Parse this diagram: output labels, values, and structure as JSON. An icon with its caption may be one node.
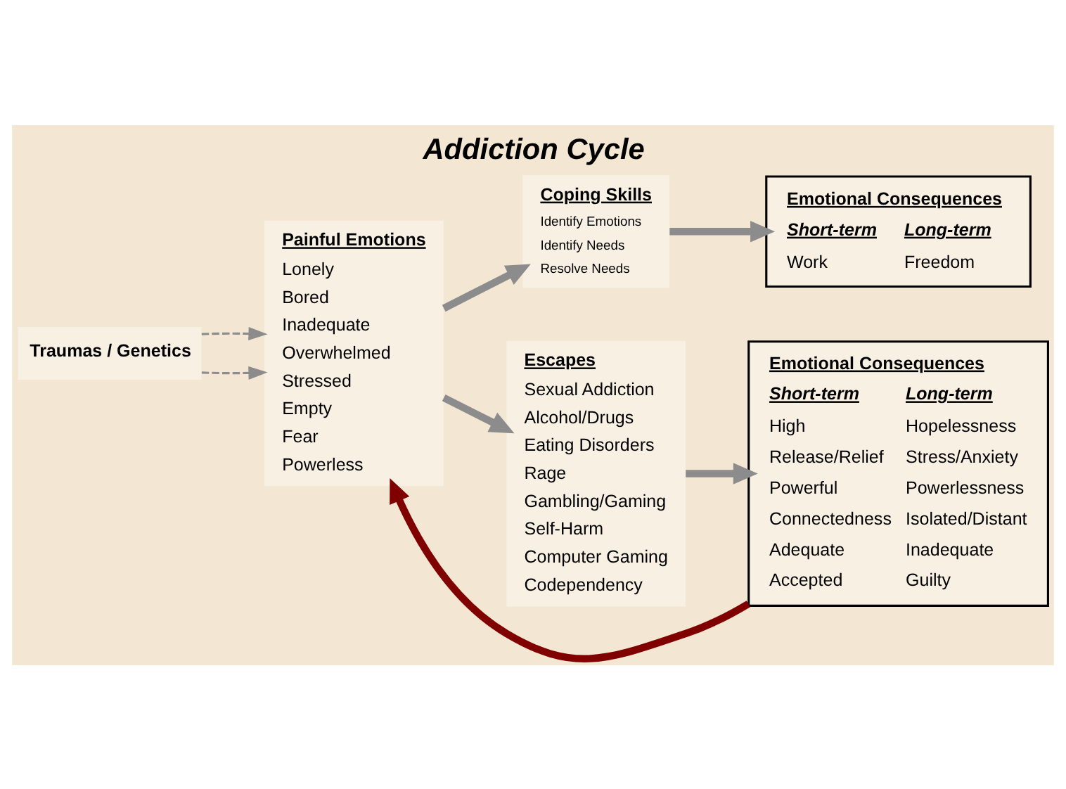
{
  "diagram": {
    "title": "Addiction Cycle",
    "nodes": [
      {
        "text": [
          "Traumas / Genetics"
        ]
      },
      {
        "text": [
          "Painful Emotions",
          "Lonely",
          "Bored",
          "Inadequate",
          "Overwhelmed",
          "Stressed",
          "Empty",
          "Fear",
          "Powerless"
        ]
      },
      {
        "text": [
          "Coping Skills",
          "Identify Emotions",
          "Identify Needs",
          "Resolve Needs"
        ]
      },
      {
        "text": [
          "Escapes",
          "Sexual Addiction",
          "Alcohol/Drugs",
          "Eating Disorders",
          "Rage",
          "Gambling/Gaming",
          "Self-Harm",
          "Computer Gaming",
          "Codependency"
        ]
      },
      {
        "text": [
          "Emotional Consequences",
          "Short-term",
          "Long-term",
          "Work",
          "Freedom"
        ]
      },
      {
        "text": [
          "Emotional Consequences",
          "Short-term",
          "Long-term",
          "High",
          "Hopelessness",
          "Release/Relief",
          "Stress/Anxiety",
          "Powerful",
          "Powerlessness",
          "Connectedness",
          "Isolated/Distant",
          "Adequate",
          "Inadequate",
          "Accepted",
          "Guilty"
        ]
      }
    ],
    "edges": [
      {
        "from": 0,
        "to": 1,
        "arrow": "to",
        "style": "dashed"
      },
      {
        "from": 0,
        "to": 1,
        "arrow": "to",
        "style": "dashed"
      },
      {
        "from": 1,
        "to": 2,
        "arrow": "to"
      },
      {
        "from": 1,
        "to": 3,
        "arrow": "to"
      },
      {
        "from": 2,
        "to": 4,
        "arrow": "to"
      },
      {
        "from": 3,
        "to": 5,
        "arrow": "to"
      },
      {
        "from": 5,
        "to": 1,
        "arrow": "to",
        "color": "#800000"
      }
    ]
  }
}
